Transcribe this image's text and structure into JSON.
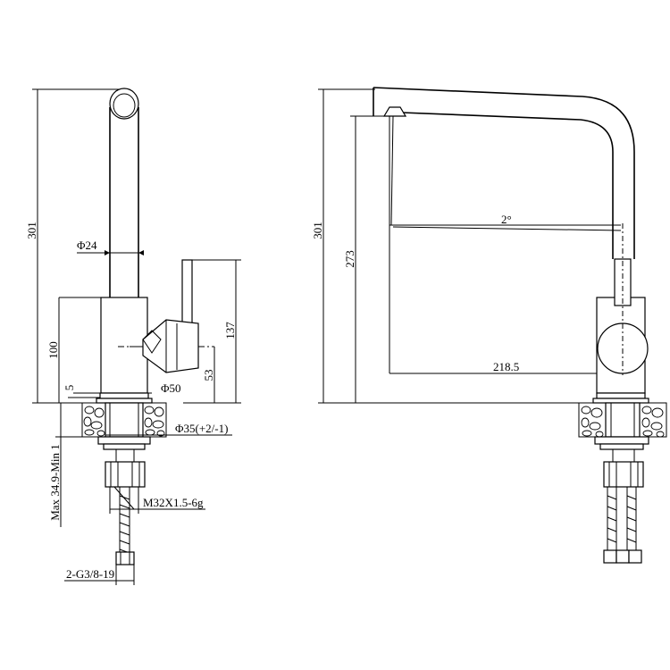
{
  "diagram": {
    "side_view": {
      "total_height": "301",
      "spout_diameter": "Φ24",
      "lever_height": "137",
      "body_height": "100",
      "lever_axis_height": "53",
      "base_diameter": "Φ50",
      "base_step": "5",
      "hole_diameter": "Φ35(+2/-1)",
      "deck_thickness": "Max 34.9-Min 1",
      "thread": "M32X1.5-6g",
      "hose_connection": "2-G3/8-19"
    },
    "front_view": {
      "total_height": "301",
      "outlet_height": "273",
      "spout_reach": "218.5",
      "spout_angle": "2°"
    }
  }
}
